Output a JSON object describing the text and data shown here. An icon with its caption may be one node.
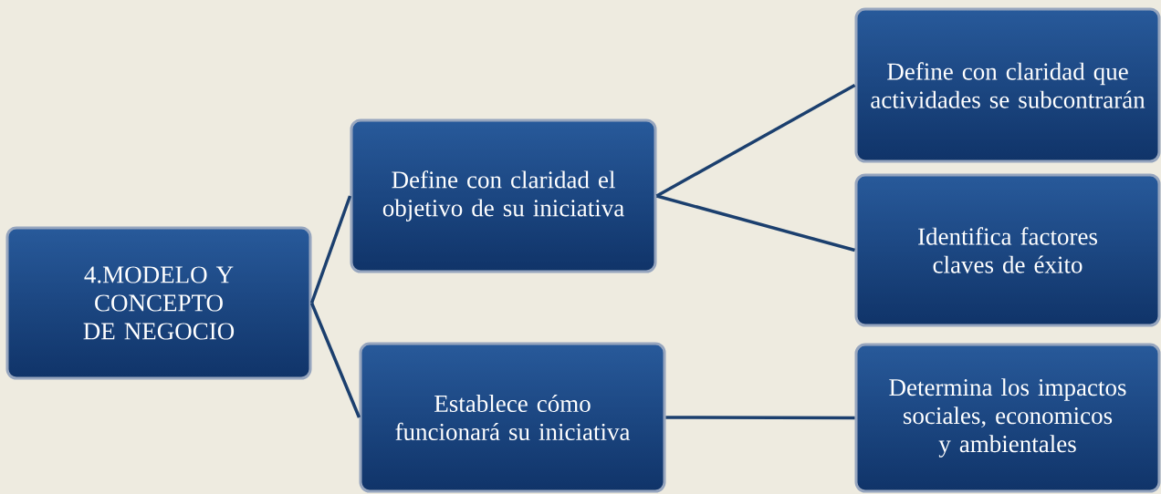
{
  "diagram": {
    "nodes": [
      {
        "text": [
          "4.MODELO Y CONCEPTO DE NEGOCIO"
        ]
      },
      {
        "text": [
          "Define con claridad el objetivo de su iniciativa"
        ]
      },
      {
        "text": [
          "Establece cómo funcionará su iniciativa"
        ]
      },
      {
        "text": [
          "Define con claridad que actividades se subcontrarán"
        ]
      },
      {
        "text": [
          "Identifica factores claves de éxito"
        ]
      },
      {
        "text": [
          "Determina los impactos sociales, economicos y ambientales"
        ]
      }
    ],
    "edges": [
      {
        "from": 0,
        "to": 1,
        "arrow": "none"
      },
      {
        "from": 0,
        "to": 2,
        "arrow": "none"
      },
      {
        "from": 1,
        "to": 3,
        "arrow": "none"
      },
      {
        "from": 1,
        "to": 4,
        "arrow": "none"
      },
      {
        "from": 2,
        "to": 5,
        "arrow": "none"
      }
    ]
  }
}
